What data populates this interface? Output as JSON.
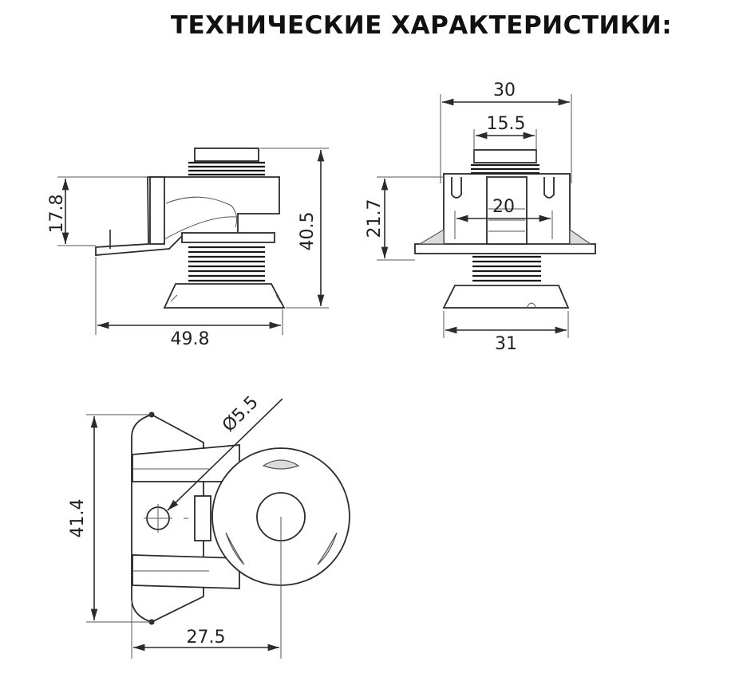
{
  "title": "ТЕХНИЧЕСКИЕ ХАРАКТЕРИСТИКИ:",
  "dimensions": {
    "side_height_small": "17.8",
    "side_height_total": "40.5",
    "side_width": "49.8",
    "front_top_width": "30",
    "front_inner_width": "15.5",
    "front_inner_span": "20",
    "front_height": "21.7",
    "front_base_width": "31",
    "bottom_hole_diameter": "Ø5.5",
    "bottom_height": "41.4",
    "bottom_width": "27.5"
  },
  "line_color": "#2b2b2b"
}
